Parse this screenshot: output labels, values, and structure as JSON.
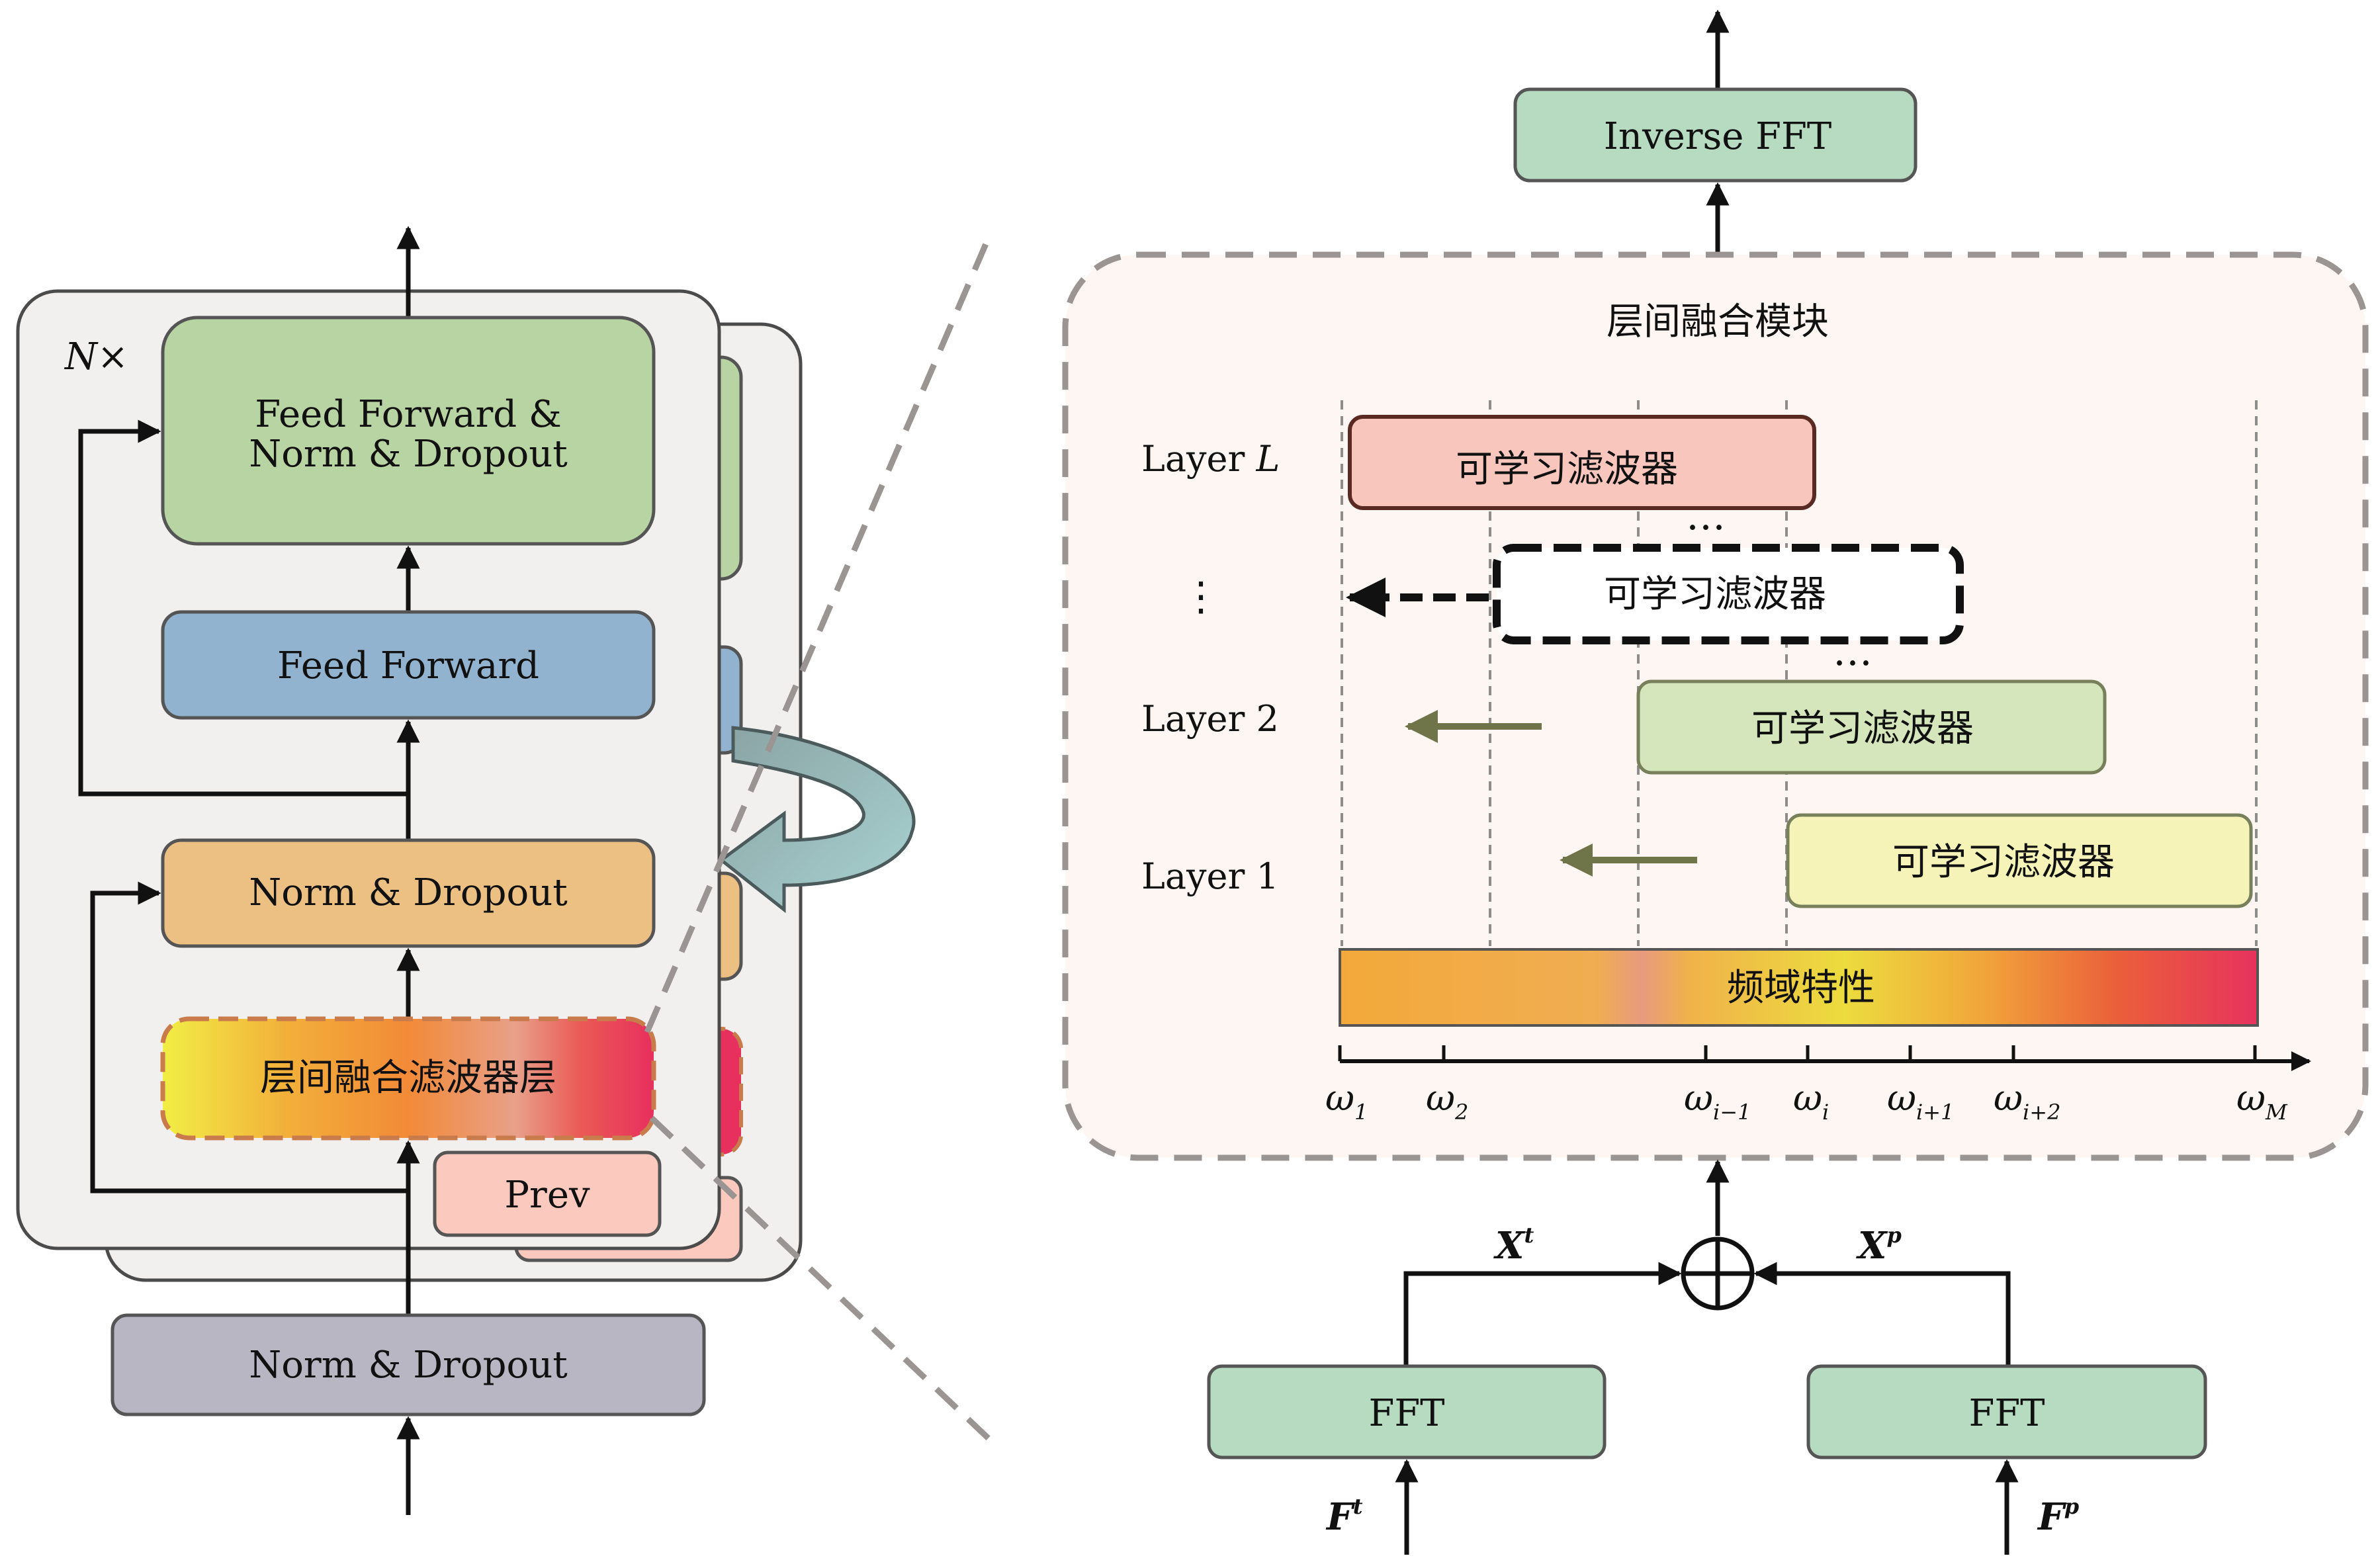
{
  "left_block": {
    "repeat_label": "N×",
    "ffn_norm_line1": "Feed Forward &",
    "ffn_norm_line2": "Norm & Dropout",
    "feed_forward": "Feed Forward",
    "norm_dropout_inner": "Norm & Dropout",
    "fusion_layer": "层间融合滤波器层",
    "prev": "Prev",
    "norm_dropout_bottom": "Norm & Dropout"
  },
  "right_block": {
    "inverse_fft": "Inverse FFT",
    "module_title": "层间融合模块",
    "layers": [
      {
        "label": "Layer ",
        "italic": "L",
        "filter": "可学习滤波器"
      },
      {
        "label": "⋮",
        "italic": "",
        "filter": "可学习滤波器"
      },
      {
        "label": "Layer 2",
        "italic": "",
        "filter": "可学习滤波器"
      },
      {
        "label": "Layer 1",
        "italic": "",
        "filter": "可学习滤波器"
      }
    ],
    "ellipsis_top": "…",
    "ellipsis_mid": "…",
    "frequency_bar": "频域特性",
    "omega_ticks": [
      {
        "base": "ω",
        "sub": "1"
      },
      {
        "base": "ω",
        "sub": "2"
      },
      {
        "base": "ω",
        "sub": "i−1"
      },
      {
        "base": "ω",
        "sub": "i"
      },
      {
        "base": "ω",
        "sub": "i+1"
      },
      {
        "base": "ω",
        "sub": "i+2"
      },
      {
        "base": "ω",
        "sub": "M"
      }
    ],
    "fft_left": "FFT",
    "fft_right": "FFT",
    "xt_base": "X",
    "xt_sup": "t",
    "xp_base": "X",
    "xp_sup": "p",
    "ft_base": "F",
    "ft_sup": "t",
    "fp_base": "F",
    "fp_sup": "p"
  },
  "colors": {
    "green_block": "#b9d4a3",
    "blue_block": "#91b3cf",
    "orange_block": "#ecc083",
    "grey_block": "#b7b6c2",
    "prev_block": "#fcc9bf",
    "fft_block": "#b6dbc0",
    "module_bg": "#fdf6f2",
    "filter_L": "#f8c6bc",
    "filter_2": "#d5e6bd",
    "filter_1": "#f5f3b8"
  }
}
